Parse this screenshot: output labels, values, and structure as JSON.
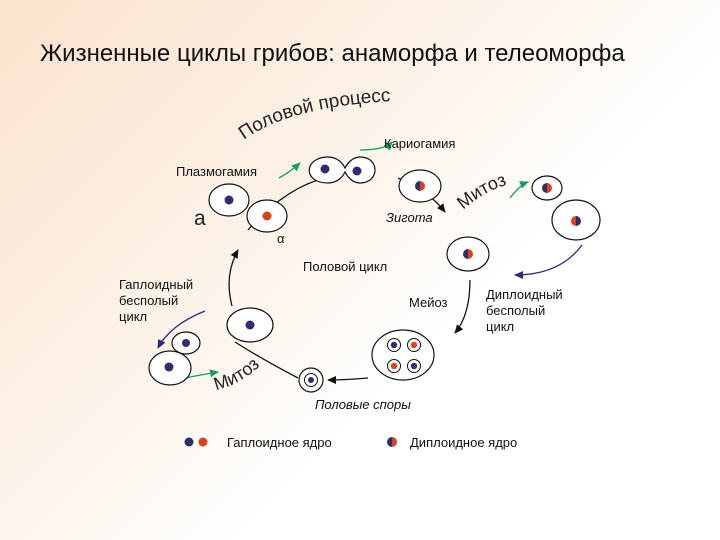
{
  "title": "Жизненные циклы грибов: анаморфа и телеоморфа",
  "labels": {
    "sexual_process": "Половой процесс",
    "karyogamy": "Кариогамия",
    "plasmogamy": "Плазмогамия",
    "mating_a": "a",
    "mating_alpha": "α",
    "mitosis_top": "Митоз",
    "zygote": "Зигота",
    "sexual_cycle": "Половой цикл",
    "haploid_asexual": [
      "Гаплоидный",
      "бесполый",
      "цикл"
    ],
    "meiosis": "Мейоз",
    "diploid_asexual": [
      "Диплоидный",
      "бесполый",
      "цикл"
    ],
    "mitosis_bottom": "Митоз",
    "sexual_spores": "Половые споры"
  },
  "legend": {
    "haploid": "Гаплоидное ядро",
    "diploid": "Диплоидное ядро"
  },
  "colors": {
    "haploid_a": "#2e2d6e",
    "haploid_alpha": "#d9431e",
    "arrow_green": "#16a05a",
    "arrow_blue": "#2c2a80",
    "cycle_line": "#111111"
  }
}
